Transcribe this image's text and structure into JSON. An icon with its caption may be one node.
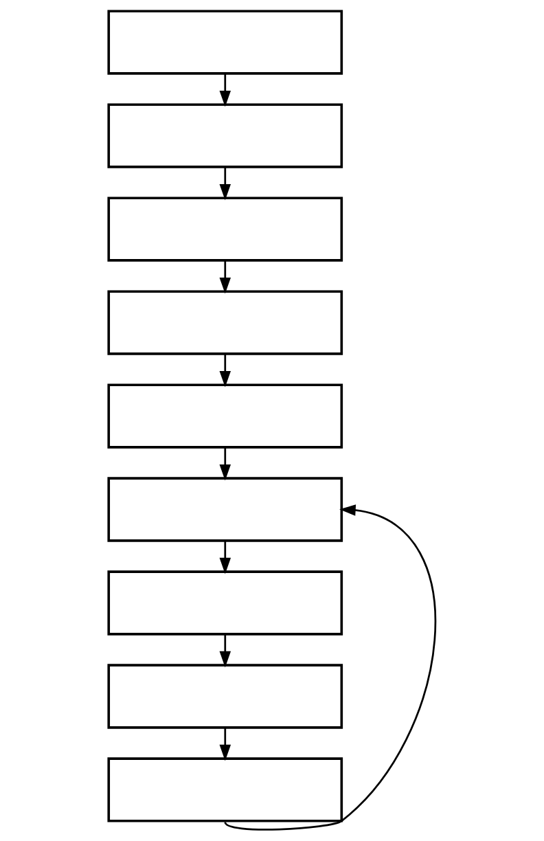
{
  "diagram": {
    "nodes": [
      {
        "text": [],
        "shape": "box"
      },
      {
        "text": [],
        "shape": "box"
      },
      {
        "text": [],
        "shape": "box"
      },
      {
        "text": [],
        "shape": "box"
      },
      {
        "text": [],
        "shape": "box"
      },
      {
        "text": [],
        "shape": "box"
      },
      {
        "text": [],
        "shape": "box"
      },
      {
        "text": [],
        "shape": "box"
      },
      {
        "text": [],
        "shape": "box"
      }
    ],
    "edges": [
      {
        "from": 0,
        "to": 1,
        "arrow": "to"
      },
      {
        "from": 1,
        "to": 2,
        "arrow": "to"
      },
      {
        "from": 2,
        "to": 3,
        "arrow": "to"
      },
      {
        "from": 3,
        "to": 4,
        "arrow": "to"
      },
      {
        "from": 4,
        "to": 5,
        "arrow": "to"
      },
      {
        "from": 5,
        "to": 6,
        "arrow": "to"
      },
      {
        "from": 6,
        "to": 7,
        "arrow": "to"
      },
      {
        "from": 7,
        "to": 8,
        "arrow": "to"
      },
      {
        "from": 8,
        "to": 5,
        "arrow": "to"
      }
    ]
  }
}
